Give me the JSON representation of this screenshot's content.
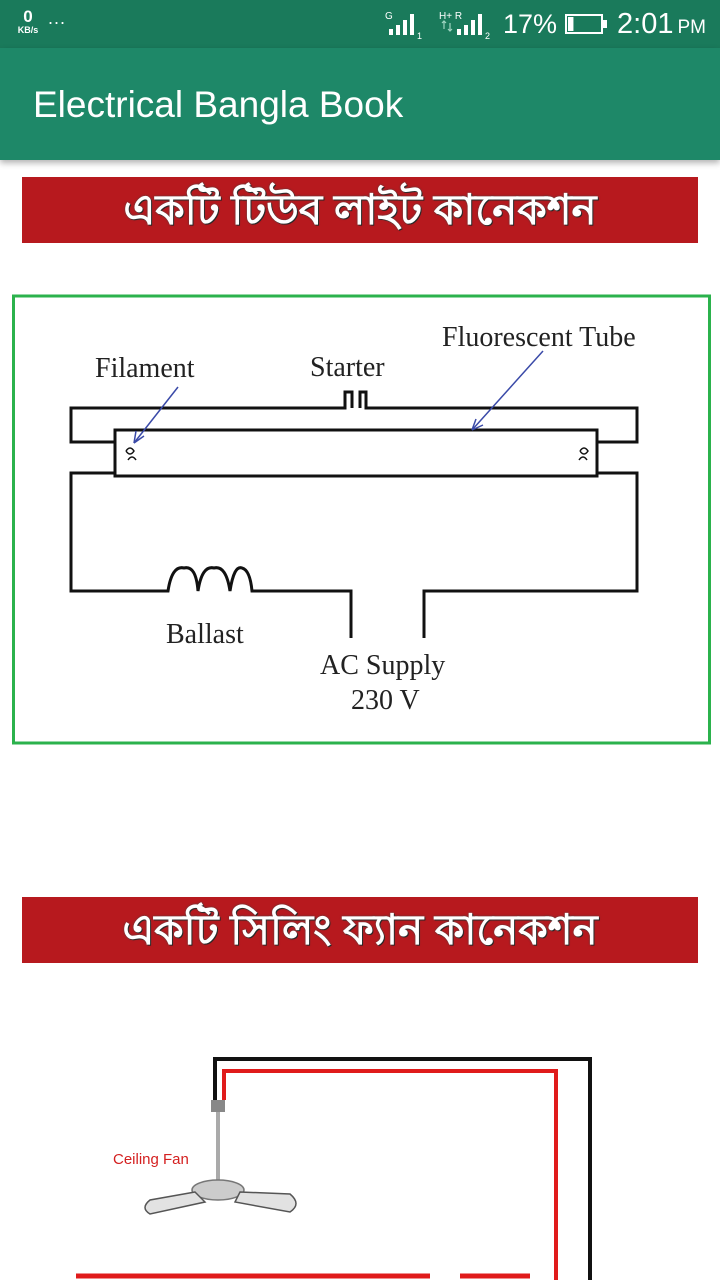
{
  "status_bar": {
    "speed_value": "0",
    "speed_unit": "KB/s",
    "more": "...",
    "sim1_label": "G",
    "sim2_label": "H+ R",
    "battery_percent": "17%",
    "battery_level": 0.17,
    "time": "2:01",
    "ampm": "PM"
  },
  "app_bar": {
    "title": "Electrical Bangla Book"
  },
  "sections": [
    {
      "banner": "একটি টিউব লাইট কানেকশন",
      "diagram": {
        "label_filament": "Filament",
        "label_starter": "Starter",
        "label_tube": "Fluorescent Tube",
        "label_ballast": "Ballast",
        "label_supply": "AC Supply",
        "label_voltage": "230 V"
      }
    },
    {
      "banner": "একটি সিলিং ফ্যান কানেকশন",
      "diagram": {
        "label_fan": "Ceiling Fan"
      }
    }
  ],
  "colors": {
    "status_bar": "#1a7a5b",
    "app_bar": "#1e8868",
    "banner": "#b7191e",
    "diagram_border": "#2bb24c",
    "wire_red": "#e01b1b",
    "arrow": "#3a4aa8"
  }
}
